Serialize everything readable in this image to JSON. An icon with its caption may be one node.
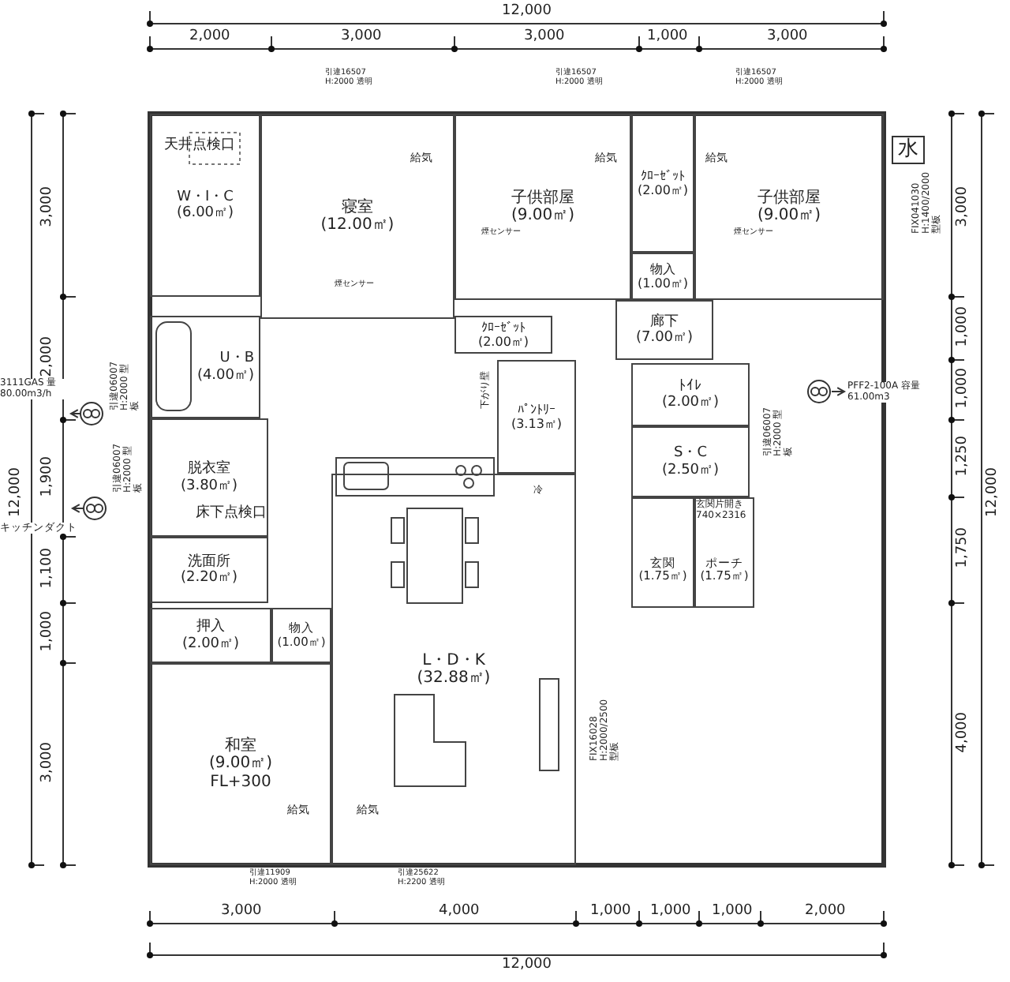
{
  "diagram": {
    "nodes": [
      {
        "text": [
          "W・I・C",
          "(6.00㎡)"
        ]
      },
      {
        "text": [
          "寝室",
          "(12.00㎡)"
        ]
      },
      {
        "text": [
          "子供部屋",
          "(9.00㎡)"
        ]
      },
      {
        "text": [
          "ｸﾛｰｾﾞｯﾄ",
          "(2.00㎡)"
        ]
      },
      {
        "text": [
          "子供部屋",
          "(9.00㎡)"
        ]
      },
      {
        "text": [
          "物入",
          "(1.00㎡)"
        ]
      },
      {
        "text": [
          "廊下",
          "(7.00㎡)"
        ]
      },
      {
        "text": [
          "ｸﾛｰｾﾞｯﾄ",
          "(2.00㎡)"
        ]
      },
      {
        "text": [
          "U・B",
          "(4.00㎡)"
        ]
      },
      {
        "text": [
          "ﾄｲﾚ",
          "(2.00㎡)"
        ]
      },
      {
        "text": [
          "ﾊﾟﾝﾄﾘｰ",
          "(3.13㎡)"
        ]
      },
      {
        "text": [
          "脱衣室",
          "(3.80㎡)"
        ]
      },
      {
        "text": [
          "S・C",
          "(2.50㎡)"
        ]
      },
      {
        "text": [
          "洗面所",
          "(2.20㎡)"
        ]
      },
      {
        "text": [
          "玄関",
          "(1.75㎡)"
        ]
      },
      {
        "text": [
          "ポーチ",
          "(1.75㎡)"
        ]
      },
      {
        "text": [
          "押入",
          "(2.00㎡)"
        ]
      },
      {
        "text": [
          "物入",
          "(1.00㎡)"
        ]
      },
      {
        "text": [
          "L・D・K",
          "(32.88㎡)"
        ]
      },
      {
        "text": [
          "和室",
          "(9.00㎡)",
          "FL+300"
        ]
      }
    ],
    "labels": [
      "12,000",
      "2,000",
      "3,000",
      "3,000",
      "1,000",
      "3,000",
      "引違16507 H:2000 透明",
      "引違16507 H:2000 透明",
      "引違16507 H:2000 透明",
      "天井点検口",
      "給気",
      "給気",
      "給気",
      "水",
      "3,000",
      "FIX041030 H:1400/2000 型板",
      "3,000",
      "煙センサー",
      "煙センサー",
      "煙センサー",
      "1,000",
      "2,000",
      "引違06007 H:2000 型板",
      "下がり壁",
      "1,000",
      "3111GAS 量80.00m3/h",
      "PFF2-100A 容量61.00m3",
      "引違06007 H:2000 型板",
      "引違06007 H:2000 型板",
      "1,250",
      "12,000",
      "1,900",
      "12,000",
      "冷",
      "床下点検口",
      "玄関片開き 740×2316",
      "キッチンダクト",
      "1,100",
      "1,750",
      "1,000",
      "FIX16028 H:2000/2500 型板",
      "4,000",
      "3,000",
      "給気",
      "給気",
      "引違11909 H:2000 透明",
      "引違25622 H:2200 透明",
      "3,000",
      "4,000",
      "1,000",
      "1,000",
      "1,000",
      "2,000",
      "12,000"
    ]
  }
}
